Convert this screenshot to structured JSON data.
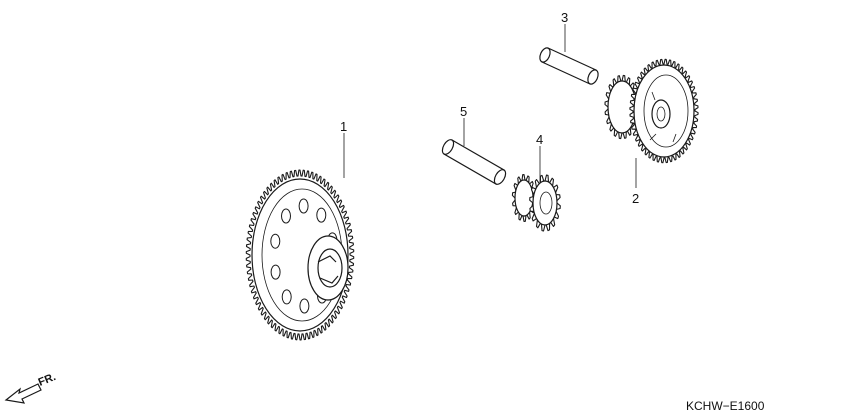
{
  "diagram": {
    "code": "KCHW−E1600",
    "direction_label": "FR.",
    "parts": [
      {
        "number": "1"
      },
      {
        "number": "2"
      },
      {
        "number": "3"
      },
      {
        "number": "4"
      },
      {
        "number": "5"
      }
    ]
  }
}
